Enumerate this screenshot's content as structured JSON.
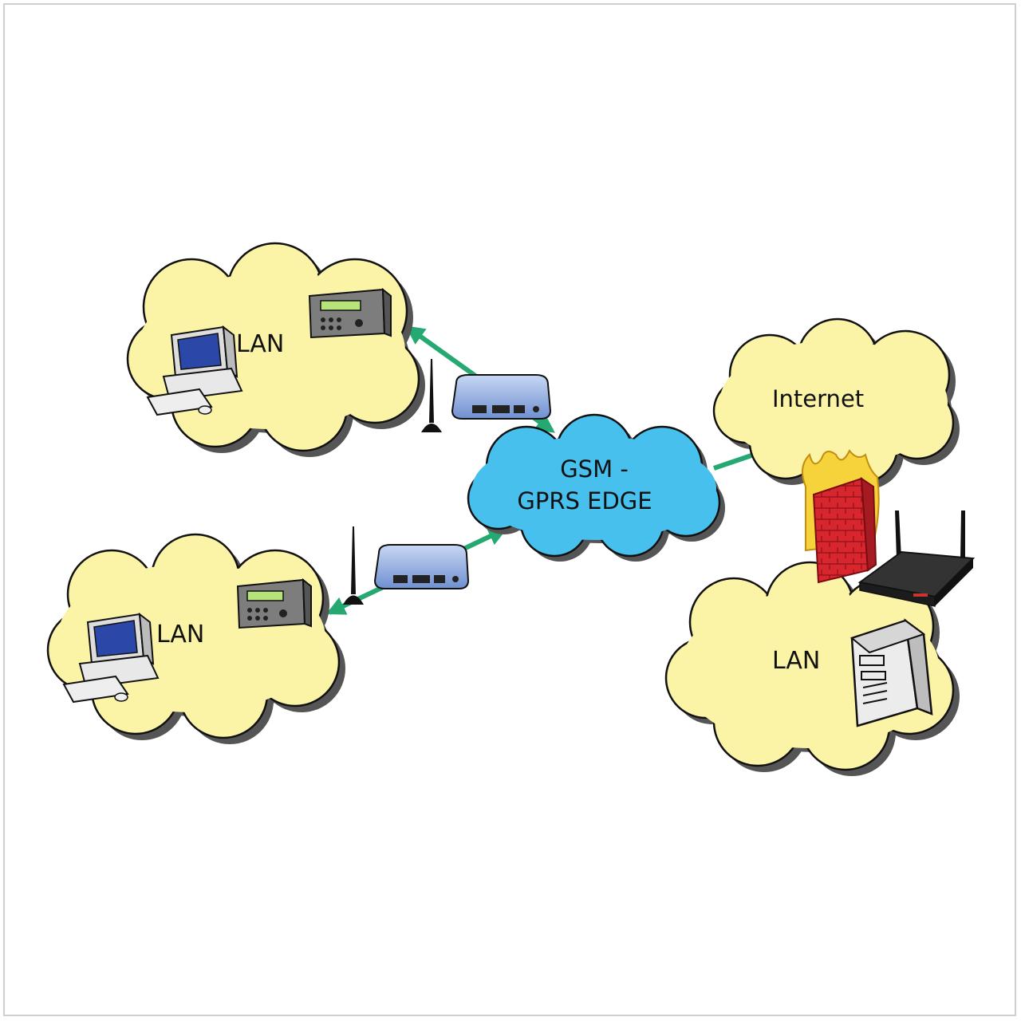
{
  "nodes": {
    "lan_top_left": "LAN",
    "lan_bottom_left": "LAN",
    "lan_right": "LAN",
    "internet": "Internet",
    "gsm_line1": "GSM -",
    "gsm_line2": "GPRS EDGE"
  },
  "icons": {
    "pc": "desktop-computer-icon",
    "controller": "control-unit-icon",
    "router": "cellular-router-icon",
    "antenna": "antenna-icon",
    "firewall": "firewall-icon",
    "wifi_router": "wireless-router-icon",
    "server": "server-tower-icon"
  },
  "colors": {
    "lan_cloud": "#fbf3a6",
    "gsm_cloud": "#47c0ee",
    "link": "#25a872",
    "firewall": "#d8262f",
    "flame": "#f6d33a"
  }
}
